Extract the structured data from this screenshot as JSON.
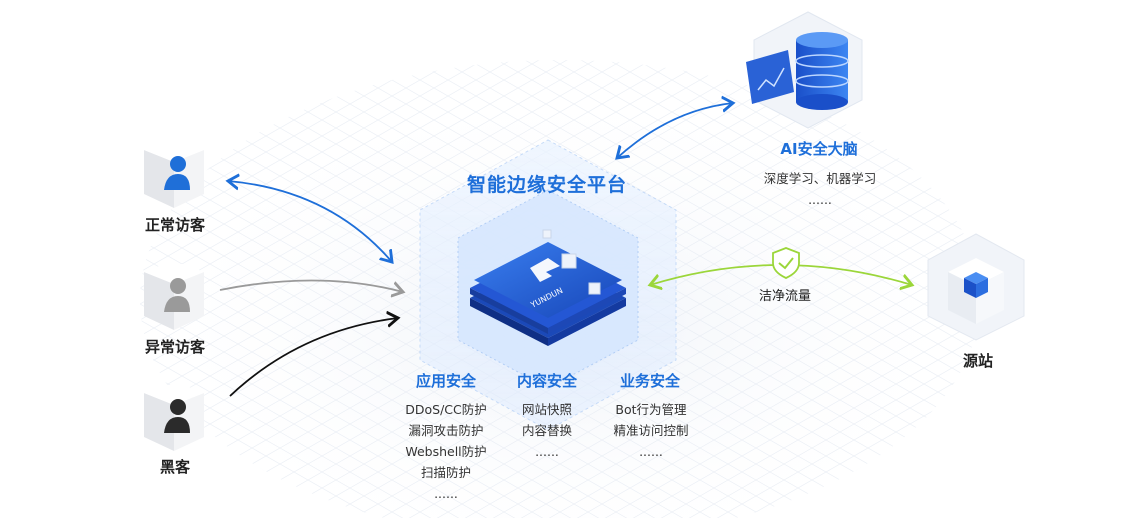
{
  "platform": {
    "title": "智能边缘安全平台",
    "logo_text": "YUNDUN"
  },
  "visitors": [
    {
      "label": "正常访客",
      "color": "#1f6fd8"
    },
    {
      "label": "异常访客",
      "color": "#9a9a9a"
    },
    {
      "label": "黑客",
      "color": "#2b2b2b"
    }
  ],
  "ai": {
    "title": "AI安全大脑",
    "items": [
      "深度学习、机器学习",
      "......"
    ]
  },
  "origin": {
    "label": "源站"
  },
  "clean_traffic": {
    "label": "洁净流量"
  },
  "modules": [
    {
      "title": "应用安全",
      "items": [
        "DDoS/CC防护",
        "漏洞攻击防护",
        "Webshell防护",
        "扫描防护",
        "......"
      ]
    },
    {
      "title": "内容安全",
      "items": [
        "网站快照",
        "内容替换",
        "......"
      ]
    },
    {
      "title": "业务安全",
      "items": [
        "Bot行为管理",
        "精准访问控制",
        "......"
      ]
    }
  ],
  "colors": {
    "accent": "#1e6fd9",
    "green": "#9bd63a",
    "gray_arrow": "#9a9a9a",
    "black_arrow": "#111111"
  }
}
